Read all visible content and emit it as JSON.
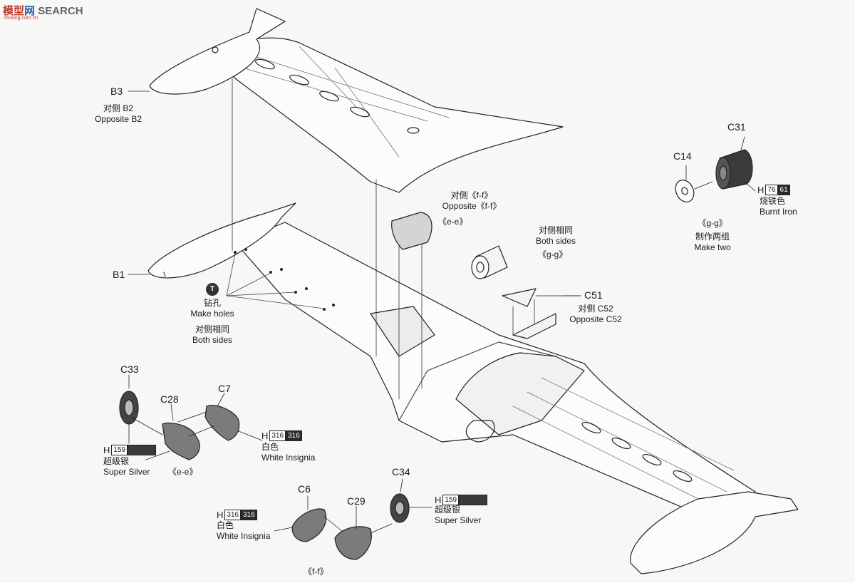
{
  "watermark": {
    "a": "模型",
    "b": "网",
    "c": "SEARCH",
    "d": "moxing.com.cn"
  },
  "drill_symbol": "T",
  "labels": {
    "b3": "B3",
    "b3_cn": "对侧 B2",
    "b3_en": "Opposite B2",
    "b1": "B1",
    "make_holes_cn": "钻孔",
    "make_holes_en": "Make holes",
    "both_sides_1_cn": "对侧相同",
    "both_sides_1_en": "Both sides",
    "ff_opp_cn": "对侧《f-f》",
    "ff_opp_en": "Opposite《f-f》",
    "ee_ref": "《e-e》",
    "both_sides_2_cn": "对侧相同",
    "both_sides_2_en": "Both sides",
    "gg_ref": "《g-g》",
    "c51": "C51",
    "c51_cn": "对侧 C52",
    "c51_en": "Opposite C52",
    "c31": "C31",
    "c14": "C14",
    "burnt_cn": "烧铁色",
    "burnt_en": "Burnt Iron",
    "gg_title": "《g-g》",
    "make_two_cn": "制作两组",
    "make_two_en": "Make two",
    "c33": "C33",
    "c28": "C28",
    "c7": "C7",
    "white1_cn": "白色",
    "white1_en": "White Insignia",
    "silver1_cn": "超级银",
    "silver1_en": "Super Silver",
    "ee_title": "《e-e》",
    "c34": "C34",
    "c6": "C6",
    "c29": "C29",
    "white2_cn": "白色",
    "white2_en": "White Insignia",
    "silver2_cn": "超级银",
    "silver2_en": "Super Silver",
    "ff_title": "《f-f》"
  },
  "codes": {
    "h": "H",
    "burnt_a": "76",
    "burnt_b": "61",
    "white_a": "316",
    "white_b": "316",
    "silver": "159"
  }
}
